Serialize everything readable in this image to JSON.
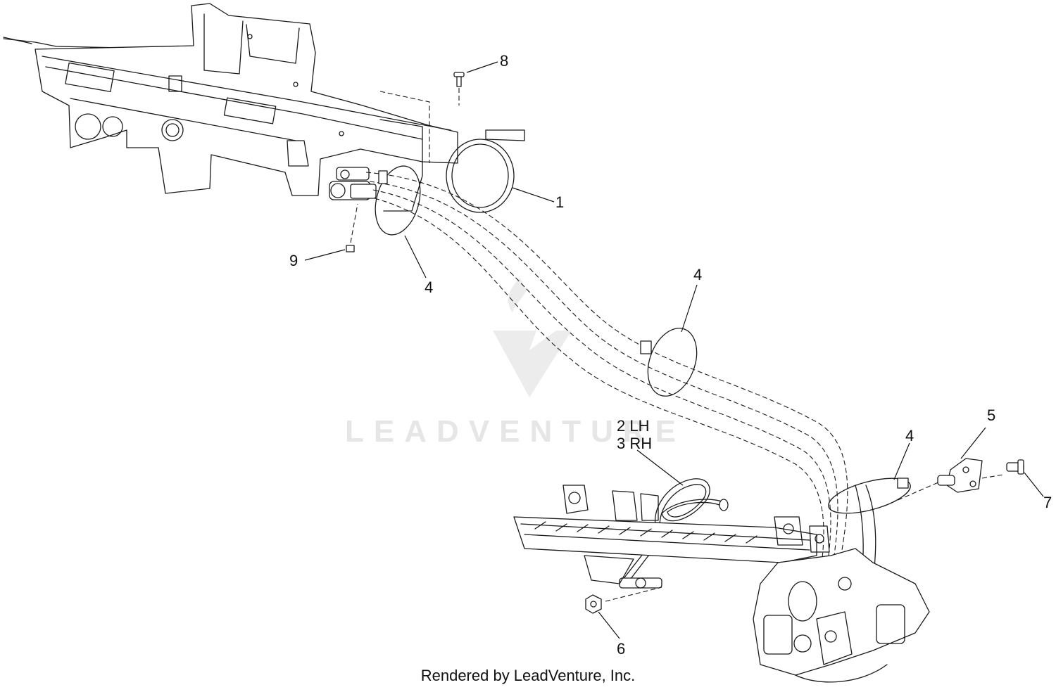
{
  "callouts": {
    "c1": "1",
    "c2": "2 LH",
    "c3": "3 RH",
    "c4a": "4",
    "c4b": "4",
    "c4c": "4",
    "c5": "5",
    "c6": "6",
    "c7": "7",
    "c8": "8",
    "c9": "9"
  },
  "watermark": {
    "text": "LEADVENTURE",
    "icon": "leadventure-logo-icon"
  },
  "footer": {
    "credit": "Rendered by LeadVenture, Inc."
  }
}
